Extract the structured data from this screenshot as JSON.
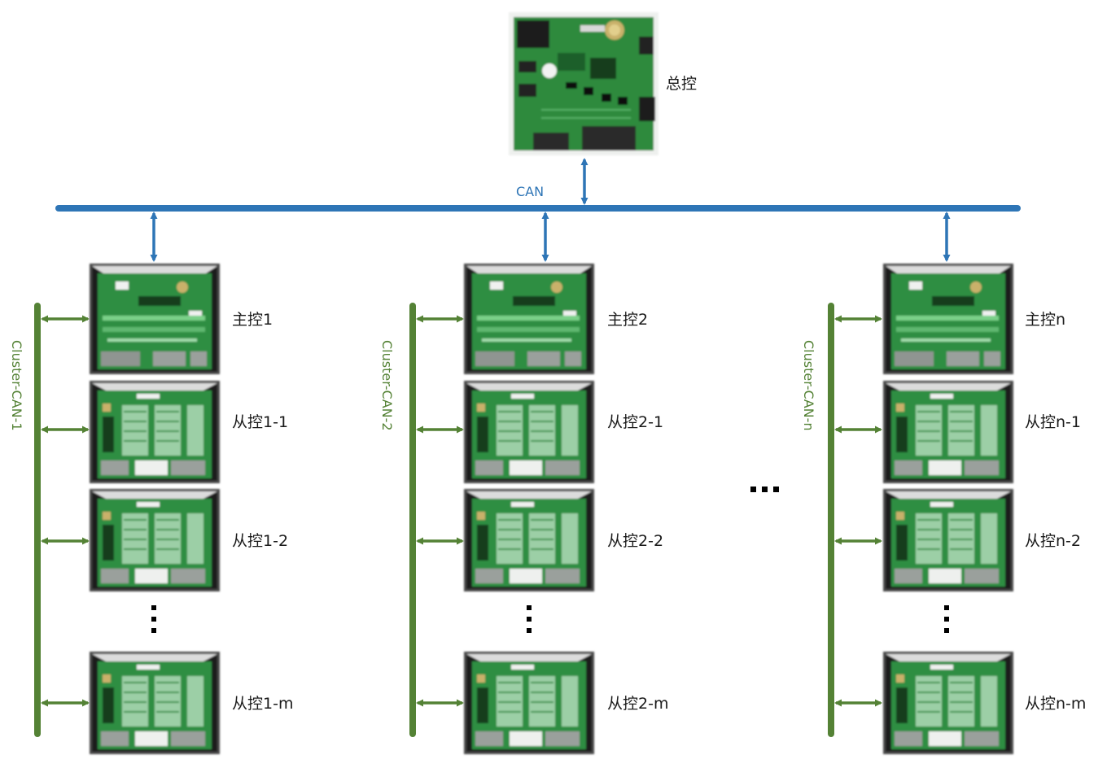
{
  "diagram": {
    "main_controller_label": "总控",
    "can_bus_label": "CAN",
    "column_ellipsis": "…",
    "colors": {
      "can_bus": "#2e75b6",
      "cluster_bus": "#548235",
      "label_text": "#1a1a1a"
    },
    "clusters": [
      {
        "bus_label": "Cluster-CAN-1",
        "master_label": "主控1",
        "slaves": [
          "从控1-1",
          "从控1-2",
          "从控1-m"
        ]
      },
      {
        "bus_label": "Cluster-CAN-2",
        "master_label": "主控2",
        "slaves": [
          "从控2-1",
          "从控2-2",
          "从控2-m"
        ]
      },
      {
        "bus_label": "Cluster-CAN-n",
        "master_label": "主控n",
        "slaves": [
          "从控n-1",
          "从控n-2",
          "从控n-m"
        ]
      }
    ]
  }
}
